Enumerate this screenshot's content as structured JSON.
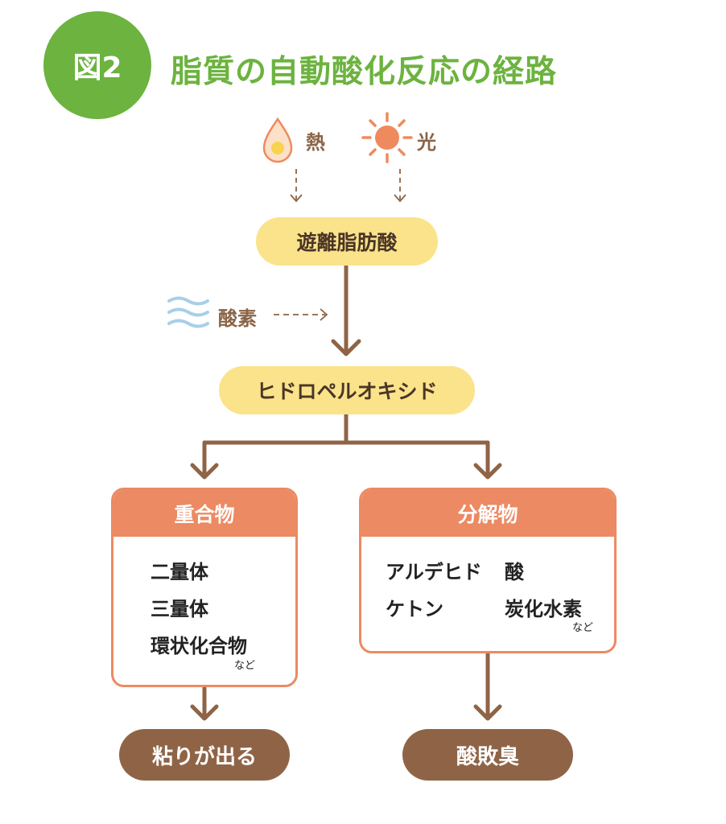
{
  "badge": "図2",
  "title": "脂質の自動酸化反応の経路",
  "sources": {
    "heat": "熱",
    "light": "光"
  },
  "free_fatty_acid": "遊離脂肪酸",
  "oxygen": "酸素",
  "hydroperoxide": "ヒドロペルオキシド",
  "polymer": {
    "header": "重合物",
    "items": [
      "二量体",
      "三量体",
      "環状化合物"
    ],
    "note": "など"
  },
  "decomposition": {
    "header": "分解物",
    "items": [
      "アルデヒド",
      "酸",
      "ケトン",
      "炭化水素"
    ],
    "note": "など"
  },
  "results": {
    "left": "粘りが出る",
    "right": "酸敗臭"
  },
  "colors": {
    "accent_green": "#6cb33f",
    "pill_yellow": "#fbe38b",
    "box_orange": "#ec8a63",
    "arrow_brown": "#8f6446",
    "oxygen_blue": "#a8cfe8"
  }
}
